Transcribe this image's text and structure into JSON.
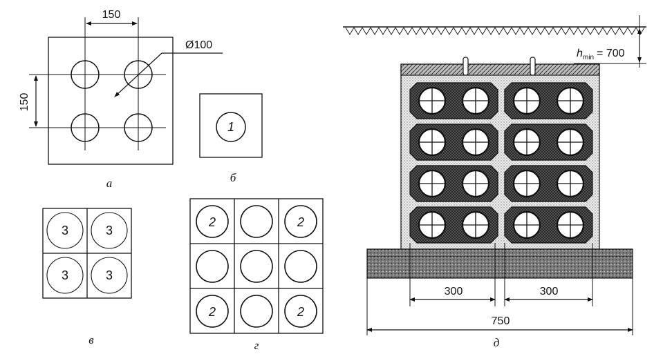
{
  "figure_a": {
    "label": "а",
    "dim_horizontal": "150",
    "dim_vertical": "150",
    "dim_diameter": "Ø100"
  },
  "figure_b": {
    "label": "б",
    "pipe_number": "1"
  },
  "figure_v": {
    "label": "в",
    "pipe_numbers": [
      "3",
      "3",
      "3",
      "3"
    ]
  },
  "figure_g": {
    "label": "г",
    "corner_pipe_number": [
      "2",
      "2",
      "2",
      "2"
    ]
  },
  "figure_d": {
    "label": "д",
    "h_symbol": "h",
    "h_subscript": "min",
    "h_value": "= 700",
    "dim_left": "300",
    "dim_right": "300",
    "dim_total": "750"
  },
  "colors": {
    "ink": "#111111",
    "block_fill": "#d8d8d8",
    "dark_fill": "#4a4a4a"
  }
}
